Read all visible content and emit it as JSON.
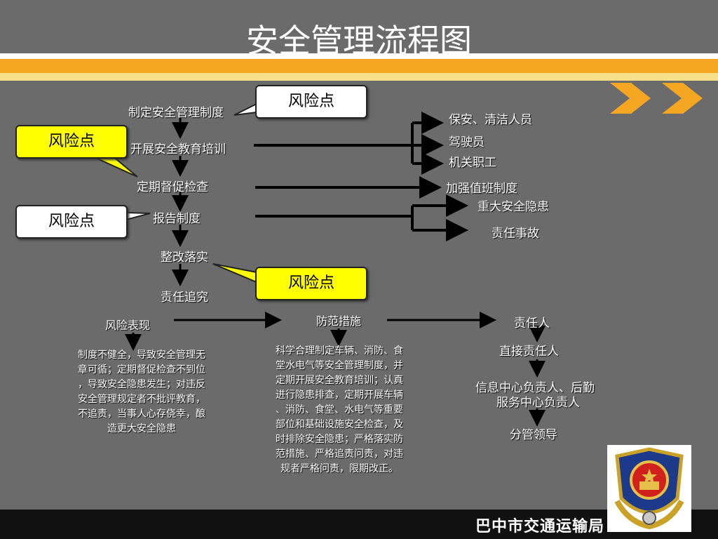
{
  "title": "安全管理流程图",
  "main_steps": [
    "制定安全管理制度",
    "开展安全教育培训",
    "定期督促检查",
    "报告制度",
    "整改落实",
    "责任追究"
  ],
  "training_targets": [
    "保安、清洁人员",
    "驾驶员",
    "机关职工"
  ],
  "inspection_result": "加强值班制度",
  "report_items": [
    "重大安全隐患",
    "责任事故"
  ],
  "risk_label": "风险点",
  "bottom": {
    "risk_header": "风险表现",
    "risk_text": [
      "制度不健全，导致安全管理无",
      "章可循；定期督促检查不到位",
      "，导致安全隐患发生；对违反",
      "安全管理规定者不批评教育，",
      "不追责，当事人心存侥幸，酿",
      "造更大安全隐患"
    ],
    "measures_header": "防范措施",
    "measures_text": [
      "科学合理制定车辆、消防、食",
      "堂水电气等安全管理制度，并",
      "定期开展安全教育培训；认真",
      "进行隐患排查，定期开展车辆",
      "、消防、食堂、水电气等重要",
      "部位和基础设施安全检查，及",
      "时排除安全隐患；严格落实防",
      "范措施、严格追责问责，对违",
      "规者严格问责，限期改正。"
    ],
    "responsible_header": "责任人",
    "responsible_chain": [
      "直接责任人",
      "信息中心负责人、后勤",
      "服务中心负责人",
      "分管领导"
    ]
  },
  "footer": "巴中市交通运输局",
  "colors": {
    "background": "#6b6b6b",
    "accent_orange": "#f5a623",
    "bubble_yellow": "#ffff00"
  }
}
